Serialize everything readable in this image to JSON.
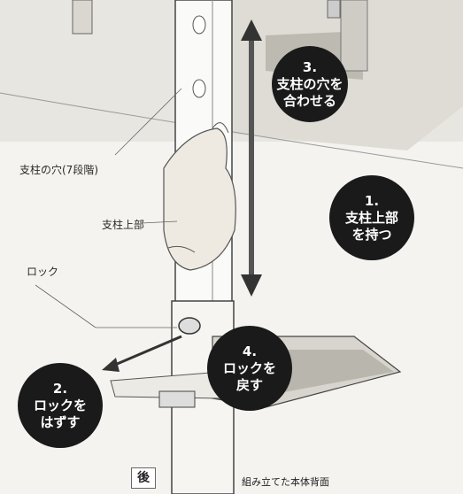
{
  "labels": {
    "post_holes": "支柱の穴(7段階)",
    "post_top": "支柱上部",
    "lock": "ロック"
  },
  "steps": [
    {
      "num": "1.",
      "line1": "支柱上部",
      "line2": "を持つ"
    },
    {
      "num": "2.",
      "line1": "ロックを",
      "line2": "はずす"
    },
    {
      "num": "3.",
      "line1": "支柱の穴を",
      "line2": "合わせる"
    },
    {
      "num": "4.",
      "line1": "ロックを",
      "line2": "戻す"
    }
  ],
  "footer": {
    "badge": "後",
    "caption": "組み立てた本体背面"
  }
}
